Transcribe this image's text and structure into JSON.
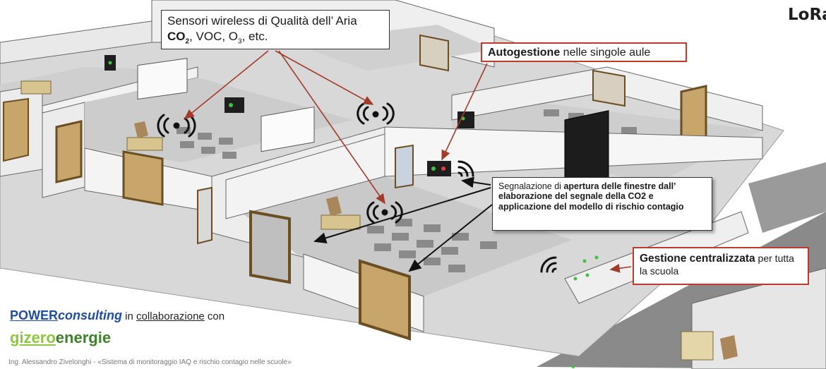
{
  "logo": {
    "text": "LoRa",
    "mark": "®"
  },
  "callouts": {
    "sensors": {
      "line1": "Sensori wireless di Qualità dell’ Aria",
      "co2": "CO",
      "co2_sub": "2",
      "voc": ", VOC, O",
      "o3_sub": "3",
      "etc": ", etc."
    },
    "self_management": {
      "bold": "Autogestione",
      "rest": " nelle singole aule"
    },
    "signal": {
      "part1": "Segnalazione di ",
      "bold1": "apertura delle finestre dall’ elaborazione del segnale della CO2 e applicazione del modello di rischio contagio"
    },
    "central": {
      "bold": "Gestione centralizzata",
      "rest": " per tutta la scuola"
    }
  },
  "credits": {
    "power_bold": "POWER",
    "power_italic": "consulting",
    "power_rest": " in ",
    "power_underline": "collaborazione",
    "power_end": " con",
    "gizero_green": "gizero",
    "gizero_dark": "energie",
    "footer": "Ing. Alessandro Zivelonghi - «Sistema di monitoraggio IAQ e rischio contagio nelle scuole»"
  },
  "colors": {
    "accent_red": "#c0392b",
    "arrow_red": "#a33b2a",
    "brand_blue": "#1f4ea3",
    "brand_green": "#8dc63f"
  }
}
